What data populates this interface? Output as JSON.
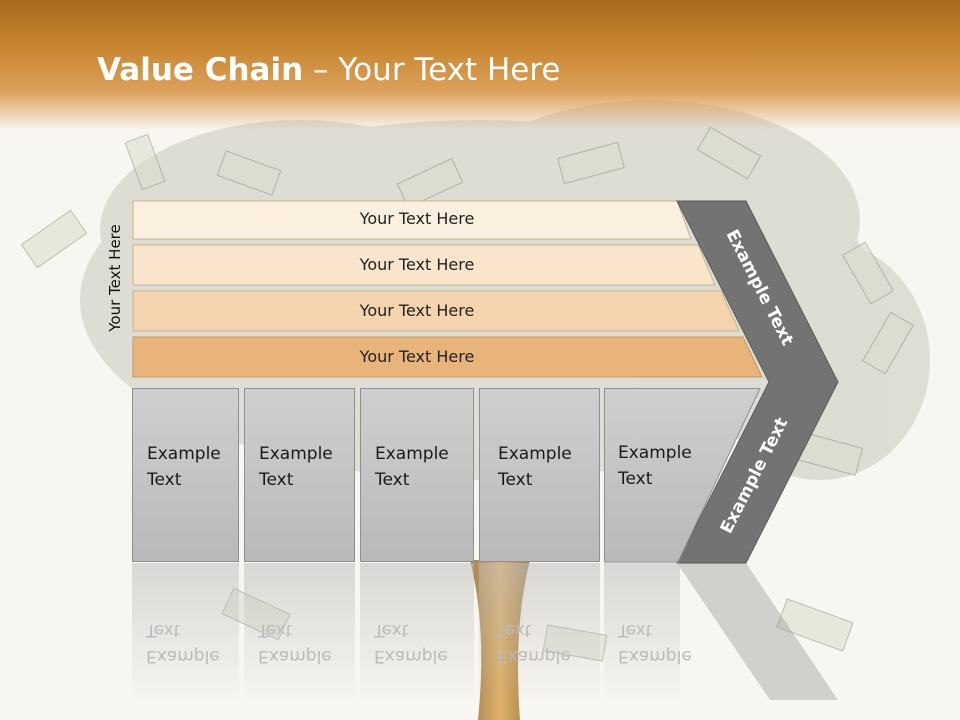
{
  "slide": {
    "title_bold": "Value Chain",
    "title_rest": " – Your Text Here",
    "vertical_label": "Your Text Here"
  },
  "bars": [
    {
      "label": "Your Text Here",
      "color": "#fbf0e0"
    },
    {
      "label": "Your Text Here",
      "color": "#f8e5cc"
    },
    {
      "label": "Your Text Here",
      "color": "#f4d4ac"
    },
    {
      "label": "Your Text Here",
      "color": "#e9b47a"
    }
  ],
  "boxes": [
    {
      "line1": "Example",
      "line2": "Text"
    },
    {
      "line1": "Example",
      "line2": "Text"
    },
    {
      "line1": "Example",
      "line2": "Text"
    },
    {
      "line1": "Example",
      "line2": "Text"
    },
    {
      "line1": "Example",
      "line2": "Text"
    }
  ],
  "chevron": {
    "upper_text": "Example Text",
    "lower_text": "Example Text",
    "color": "#737373"
  },
  "colors": {
    "header": "#c8852e",
    "box_fill": "#c4c4c4"
  }
}
